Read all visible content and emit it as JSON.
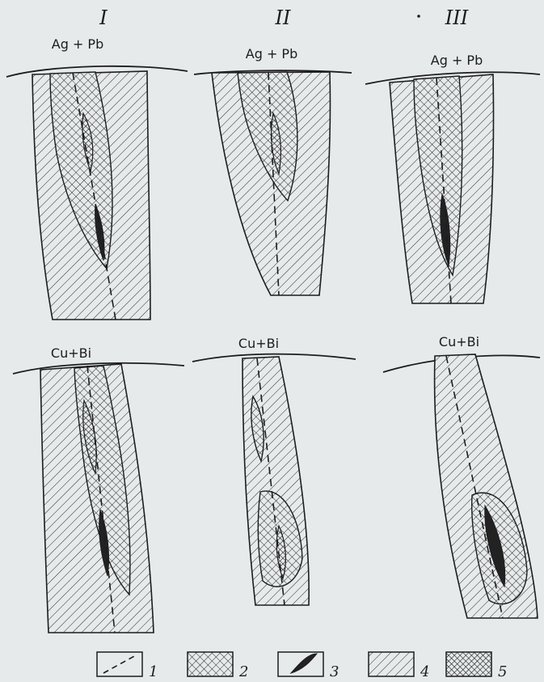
{
  "columns": [
    {
      "roman": "I"
    },
    {
      "roman": "II"
    },
    {
      "roman": "III"
    }
  ],
  "rows": {
    "top": {
      "metals": "Ag + Pb"
    },
    "bottom": {
      "metals": "Cu+Bi"
    }
  },
  "legend": [
    {
      "number": "1",
      "meaning": "dashed fault line"
    },
    {
      "number": "2",
      "meaning": "cross-hatched zone"
    },
    {
      "number": "3",
      "meaning": "solid ore lens"
    },
    {
      "number": "4",
      "meaning": "diagonal hatched zone"
    },
    {
      "number": "5",
      "meaning": "dense cross-hatched zone"
    }
  ],
  "colors": {
    "background": "#e6eaea",
    "ink": "#1d1d1d"
  }
}
